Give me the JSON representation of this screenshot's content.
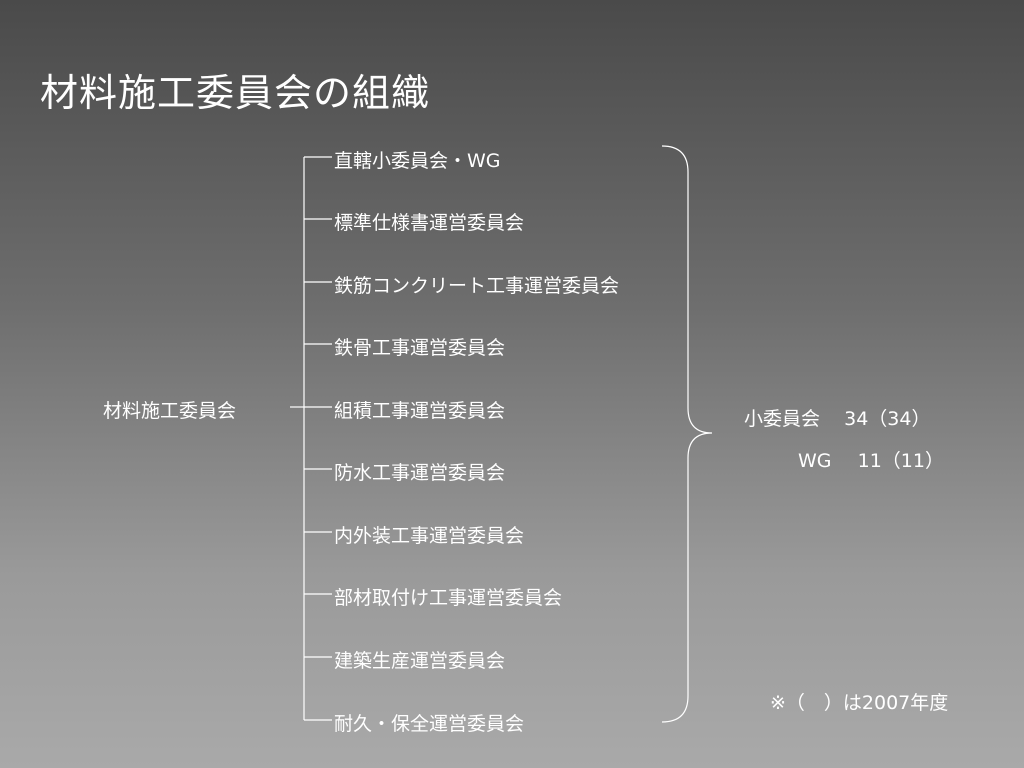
{
  "title": "材料施工委員会の組織",
  "root": "材料施工委員会",
  "children": [
    "直轄小委員会・WG",
    "標準仕様書運営委員会",
    "鉄筋コンクリート工事運営委員会",
    "鉄骨工事運営委員会",
    "組積工事運営委員会",
    "防水工事運営委員会",
    "内外装工事運営委員会",
    "部材取付け工事運営委員会",
    "建築生産運営委員会",
    "耐久・保全運営委員会"
  ],
  "summary": {
    "subcommittee_label": "小委員会",
    "subcommittee_count": "34（34）",
    "wg_label": "WG",
    "wg_count": "11（11）"
  },
  "note": "※（　）は2007年度"
}
